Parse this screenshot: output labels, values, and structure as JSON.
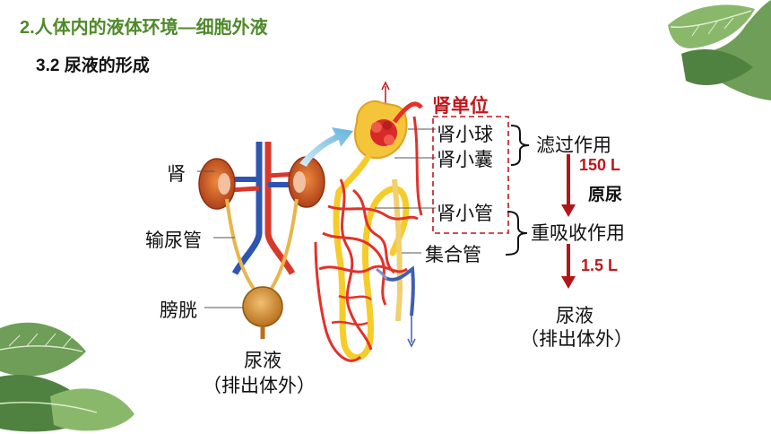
{
  "header": {
    "title": "2.人体内的液体环境—细胞外液",
    "subtitle": "3.2 尿液的形成"
  },
  "organ_labels": {
    "kidney": "肾",
    "ureter": "输尿管",
    "bladder": "膀胱",
    "urine": "尿液",
    "urine_note": "（排出体外）"
  },
  "nephron_labels": {
    "unit": "肾单位",
    "glomerulus": "肾小球",
    "capsule": "肾小囊",
    "tubule": "肾小管",
    "collecting_duct": "集合管"
  },
  "process": {
    "filtration": "滤过作用",
    "filtration_volume": "150 L",
    "primary_urine": "原尿",
    "reabsorption": "重吸收作用",
    "reabsorption_volume": "1.5 L",
    "final": "尿液",
    "final_note": "（排出体外）"
  },
  "colors": {
    "title_green": "#4e8a2a",
    "accent_red": "#c0171d",
    "artery_red": "#e2322a",
    "tubule_yellow": "#f5cc2a",
    "vein_blue": "#3f5fb0",
    "kidney_brown": "#c24a22"
  }
}
